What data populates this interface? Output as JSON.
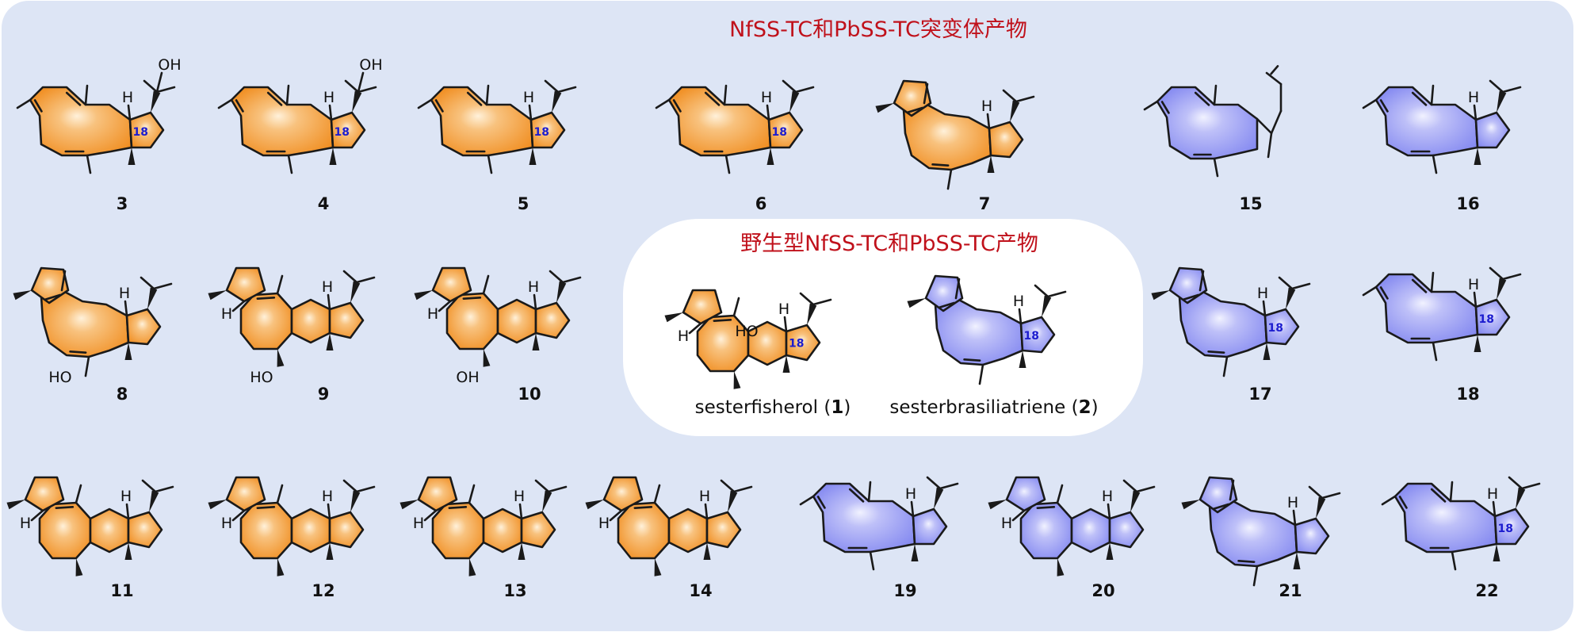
{
  "title_mutant": "NfSS-TC和PbSS-TC突变体产物",
  "title_wildtype": "野生型NfSS-TC和PbSS-TC产物",
  "colors": {
    "panel": "#dde5f5",
    "card": "#ffffff",
    "title": "#c0111b",
    "orange": "#f08c1e",
    "orange_highlight": "#fff1da",
    "blue": "#8287f0",
    "blue_highlight": "#f1f2ff",
    "bond": "#1a1a1a",
    "label18": "#1c1ccf"
  },
  "wild_products": [
    {
      "id": "1",
      "prefix": "sesterfisherol (",
      "num": "1",
      "suffix": ")",
      "tint": "orange"
    },
    {
      "id": "2",
      "prefix": "sesterbrasiliatriene (",
      "num": "2",
      "suffix": ")",
      "tint": "blue"
    }
  ],
  "compounds": [
    {
      "id": "3",
      "tint": "orange",
      "shape": "macro",
      "l18": "18",
      "oh_top": "OH"
    },
    {
      "id": "4",
      "tint": "orange",
      "shape": "macro",
      "l18": "18",
      "oh_top": "OH"
    },
    {
      "id": "5",
      "tint": "orange",
      "shape": "macro",
      "l18": "18"
    },
    {
      "id": "6",
      "tint": "orange",
      "shape": "macro",
      "l18": "18"
    },
    {
      "id": "7",
      "tint": "orange",
      "shape": "tetra"
    },
    {
      "id": "15",
      "tint": "blue",
      "shape": "mono"
    },
    {
      "id": "16",
      "tint": "blue",
      "shape": "macro"
    },
    {
      "id": "8",
      "tint": "orange",
      "shape": "tetra",
      "oh": "HO"
    },
    {
      "id": "9",
      "tint": "orange",
      "shape": "penta",
      "oh": "HO"
    },
    {
      "id": "10",
      "tint": "orange",
      "shape": "penta",
      "oh": "OH"
    },
    {
      "id": "17",
      "tint": "blue",
      "shape": "tetra",
      "l18": "18"
    },
    {
      "id": "18",
      "tint": "blue",
      "shape": "macro",
      "l18": "18"
    },
    {
      "id": "11",
      "tint": "orange",
      "shape": "penta"
    },
    {
      "id": "12",
      "tint": "orange",
      "shape": "penta"
    },
    {
      "id": "13",
      "tint": "orange",
      "shape": "penta"
    },
    {
      "id": "14",
      "tint": "orange",
      "shape": "penta"
    },
    {
      "id": "19",
      "tint": "blue",
      "shape": "macro"
    },
    {
      "id": "20",
      "tint": "blue",
      "shape": "penta"
    },
    {
      "id": "21",
      "tint": "blue",
      "shape": "tetra"
    },
    {
      "id": "22",
      "tint": "blue",
      "shape": "macro",
      "l18": "18"
    }
  ]
}
